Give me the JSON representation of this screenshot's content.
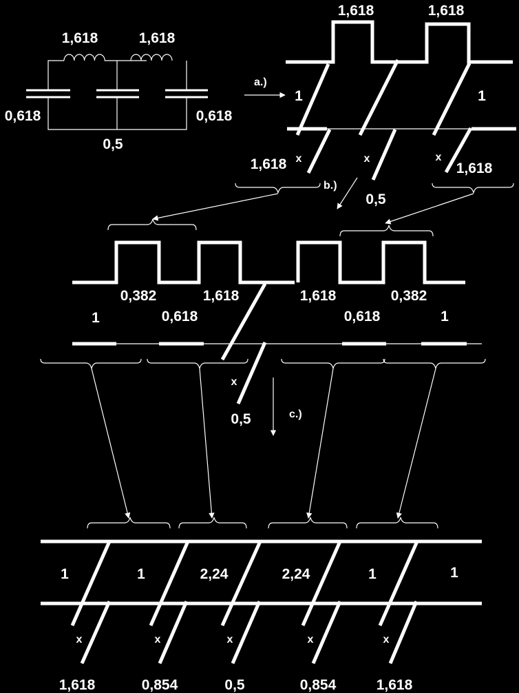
{
  "colors": {
    "background": "#000000",
    "foreground": "#ffffff"
  },
  "circuit": {
    "inductor_left": "1,618",
    "inductor_right": "1,618",
    "cap_left": "0,618",
    "cap_middle": "0,5",
    "cap_right": "0,618"
  },
  "steps": {
    "a": "a.)",
    "b": "b.)",
    "c": "c.)"
  },
  "panel_a": {
    "top_left": "1,618",
    "top_right": "1,618",
    "imp_left": "1",
    "imp_right": "1",
    "x1": "x",
    "x2": "x",
    "x3": "x",
    "stub_left": "1,618",
    "stub_mid": "0,5",
    "stub_right": "1,618"
  },
  "panel_b": {
    "l1": "0,382",
    "l2": "1,618",
    "l3": "1,618",
    "l4": "0,382",
    "l5": "1",
    "l6": "0,618",
    "l7": "0,618",
    "l8": "1",
    "x": "x",
    "stub": "0,5"
  },
  "panel_c": {
    "imps": [
      "1",
      "1",
      "2,24",
      "2,24",
      "1",
      "1"
    ],
    "xs": [
      "x",
      "x",
      "x",
      "x",
      "x"
    ],
    "stubs": [
      "1,618",
      "0,854",
      "0,5",
      "0,854",
      "1,618"
    ]
  }
}
